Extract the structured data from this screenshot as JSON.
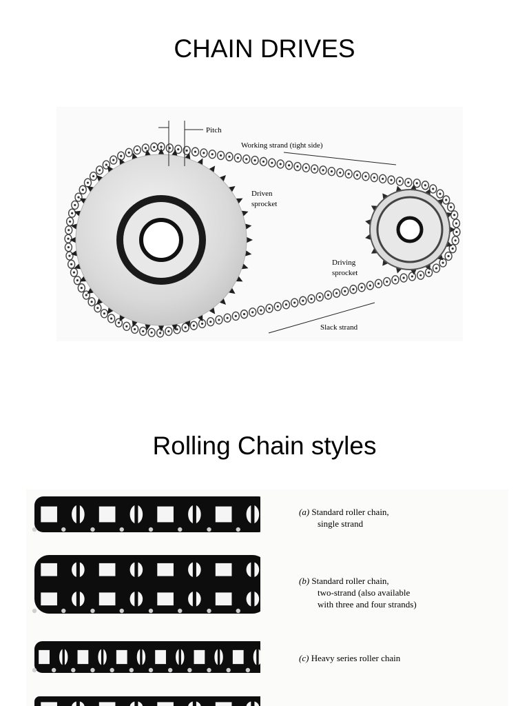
{
  "slide": {
    "title_top": "CHAIN DRIVES",
    "title_bottom": "Rolling Chain styles"
  },
  "chain_drive_diagram": {
    "labels": {
      "pitch": "Pitch",
      "working_strand": "Working strand (tight side)",
      "driven_line1": "Driven",
      "driven_line2": "sprocket",
      "driving_line1": "Driving",
      "driving_line2": "sprocket",
      "slack_strand": "Slack strand"
    }
  },
  "chain_styles": {
    "items": [
      {
        "tag": "(a)",
        "line1": "Standard roller chain,",
        "line2": "single strand"
      },
      {
        "tag": "(b)",
        "line1": "Standard roller chain,",
        "line2": "two-strand (also available",
        "line3": "with three and four strands)"
      },
      {
        "tag": "(c)",
        "line1": "Heavy series roller chain"
      }
    ]
  }
}
